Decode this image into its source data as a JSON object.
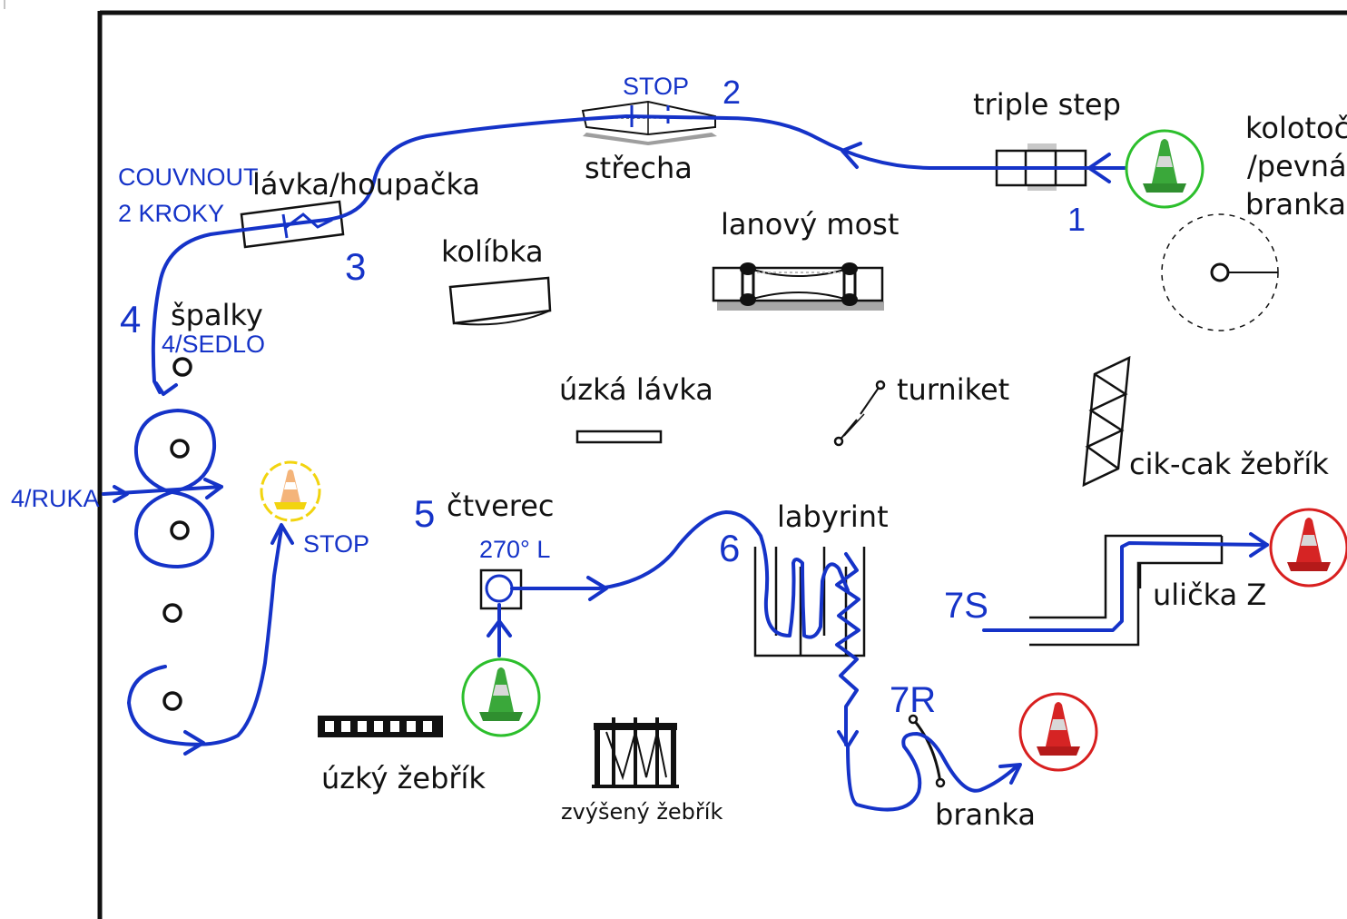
{
  "colors": {
    "route": "#1533c8",
    "ink": "#111111",
    "cone_start": "#2cbf2c",
    "cone_finish": "#d81f1f",
    "cone_stop": "#f2d40f"
  },
  "obstacles": {
    "triple_step": "triple step",
    "kolotoc": "kolotoč",
    "pevna": "/pevná",
    "branka_top": "branka",
    "strecha": "střecha",
    "lavka_houpacka": "lávka/houpačka",
    "kolibka": "kolíbka",
    "lanovy_most": "lanový most",
    "spalky": "špalky",
    "uzka_lavka": "úzká lávka",
    "turniket": "turniket",
    "cik_cak": "cik-cak žebřík",
    "ctverec": "čtverec",
    "labyrint": "labyrint",
    "ulicka_z": "ulička Z",
    "uzky_zebrik": "úzký žebřík",
    "zvyseny_zebrik": "zvýšený žebřík",
    "branka_bottom": "branka"
  },
  "numbers": {
    "n1": "1",
    "n2": "2",
    "n3": "3",
    "n4": "4",
    "n5": "5",
    "n6": "6",
    "n7s": "7S",
    "n7r": "7R"
  },
  "notes": {
    "stop_top": "STOP",
    "couvnout": "COUVNOUT",
    "kroky": "2 KROKY",
    "sedlo": "4/SEDLO",
    "ruka": "4/RUKA",
    "stop_mid": "STOP",
    "rotation": "270° L"
  }
}
